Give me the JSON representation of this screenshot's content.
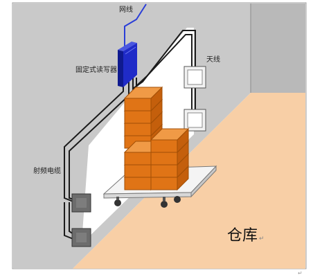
{
  "labels": {
    "network": "网线",
    "reader": "固定式读写器",
    "antenna": "天线",
    "rf_cable": "射频电缆",
    "warehouse": "仓库"
  },
  "colors": {
    "wall": "#c8c8c8",
    "floor": "#f8cfa6",
    "reader": "#1f2bc8",
    "box": "#e67e22",
    "network_line": "#2a3ed8"
  }
}
